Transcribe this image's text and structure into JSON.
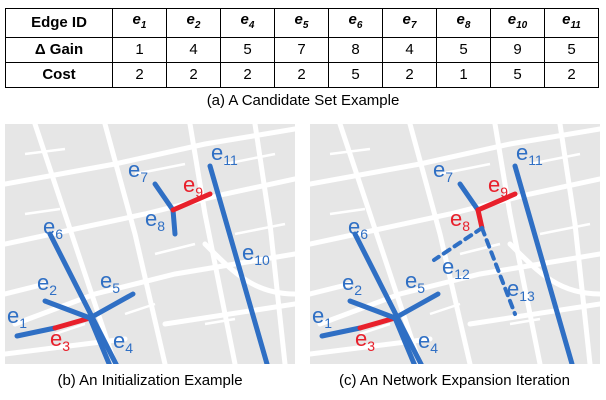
{
  "table": {
    "header": [
      "Edge ID",
      "e1",
      "e2",
      "e4",
      "e5",
      "e6",
      "e7",
      "e8",
      "e10",
      "e11"
    ],
    "rows": [
      {
        "label": "Δ Gain",
        "values": [
          "1",
          "4",
          "5",
          "7",
          "8",
          "4",
          "5",
          "9",
          "5"
        ]
      },
      {
        "label": "Cost",
        "values": [
          "2",
          "2",
          "2",
          "2",
          "5",
          "2",
          "1",
          "5",
          "2"
        ]
      }
    ]
  },
  "captions": {
    "a": "(a) A Candidate Set Example",
    "b": "(b) An Initialization Example",
    "c": "(c) An Network Expansion Iteration"
  },
  "colors": {
    "road_blue": "#2f6fc4",
    "road_red": "#e8202b",
    "label_blue": "#2f6fc4",
    "label_red": "#e8202b",
    "map_bg": "#e6e6e6"
  },
  "map_b": {
    "labels": [
      {
        "id": "b-e1",
        "base": "e",
        "sub": "1",
        "color": "blue"
      },
      {
        "id": "b-e2",
        "base": "e",
        "sub": "2",
        "color": "blue"
      },
      {
        "id": "b-e3",
        "base": "e",
        "sub": "3",
        "color": "red"
      },
      {
        "id": "b-e4",
        "base": "e",
        "sub": "4",
        "color": "blue"
      },
      {
        "id": "b-e5",
        "base": "e",
        "sub": "5",
        "color": "blue"
      },
      {
        "id": "b-e6",
        "base": "e",
        "sub": "6",
        "color": "blue"
      },
      {
        "id": "b-e7",
        "base": "e",
        "sub": "7",
        "color": "blue"
      },
      {
        "id": "b-e8",
        "base": "e",
        "sub": "8",
        "color": "blue"
      },
      {
        "id": "b-e9",
        "base": "e",
        "sub": "9",
        "color": "red"
      },
      {
        "id": "b-e10",
        "base": "e",
        "sub": "10",
        "color": "blue"
      },
      {
        "id": "b-e11",
        "base": "e",
        "sub": "11",
        "color": "blue"
      }
    ]
  },
  "map_c": {
    "labels": [
      {
        "id": "c-e1",
        "base": "e",
        "sub": "1",
        "color": "blue"
      },
      {
        "id": "c-e2",
        "base": "e",
        "sub": "2",
        "color": "blue"
      },
      {
        "id": "c-e3",
        "base": "e",
        "sub": "3",
        "color": "red"
      },
      {
        "id": "c-e4",
        "base": "e",
        "sub": "4",
        "color": "blue"
      },
      {
        "id": "c-e5",
        "base": "e",
        "sub": "5",
        "color": "blue"
      },
      {
        "id": "c-e6",
        "base": "e",
        "sub": "6",
        "color": "blue"
      },
      {
        "id": "c-e7",
        "base": "e",
        "sub": "7",
        "color": "blue"
      },
      {
        "id": "c-e8",
        "base": "e",
        "sub": "8",
        "color": "red"
      },
      {
        "id": "c-e9",
        "base": "e",
        "sub": "9",
        "color": "red"
      },
      {
        "id": "c-e11",
        "base": "e",
        "sub": "11",
        "color": "blue"
      },
      {
        "id": "c-e12",
        "base": "e",
        "sub": "12",
        "color": "blue"
      },
      {
        "id": "c-e13",
        "base": "e",
        "sub": "13",
        "color": "blue"
      }
    ]
  }
}
